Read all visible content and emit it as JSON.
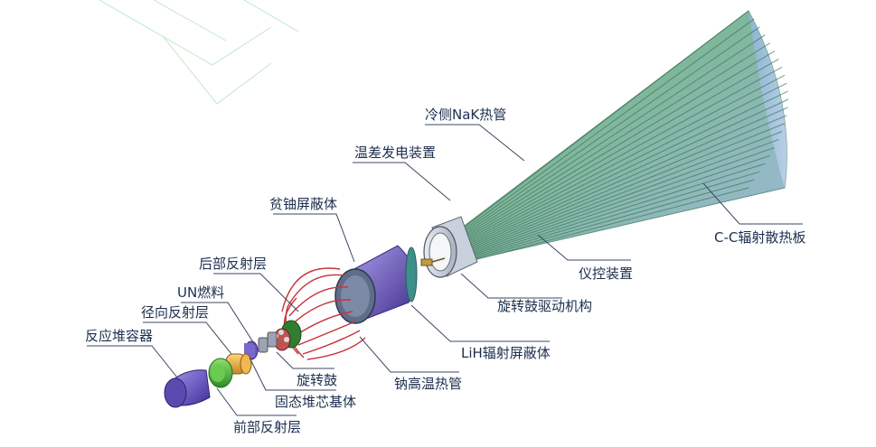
{
  "labels": {
    "nak_heat_pipe": "冷侧NaK热管",
    "thermoelectric_device": "温差发电装置",
    "depleted_uranium_shield": "贫铀屏蔽体",
    "rear_reflector": "后部反射层",
    "un_fuel": "UN燃料",
    "radial_reflector": "径向反射层",
    "reactor_vessel": "反应堆容器",
    "cc_radiator": "C-C辐射散热板",
    "instrumentation": "仪控装置",
    "drum_drive": "旋转鼓驱动机构",
    "lih_shield": "LiH辐射屏蔽体",
    "sodium_heat_pipe": "钠高温热管",
    "rotating_drum": "旋转鼓",
    "core_matrix": "固态堆芯基体",
    "front_reflector": "前部反射层"
  },
  "colors": {
    "label_text": "#1c2f4e",
    "radiator_green": "#7fb79b",
    "radiator_blue": "#a9c2dd",
    "shield_purple": "#6b5bb3",
    "vessel_purple": "#5a4ab0",
    "heat_pipe_red": "#c8323a",
    "reflector_gold": "#e0a23a",
    "reflector_green": "#4caf3e",
    "leader_line": "#3b4760"
  }
}
